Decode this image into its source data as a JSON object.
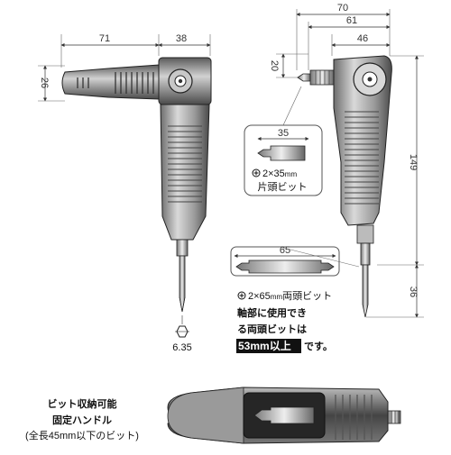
{
  "dimensions": {
    "left_width": "71",
    "left_head": "38",
    "left_height": "26",
    "right_total": "70",
    "right_mid": "61",
    "right_head": "46",
    "right_offset": "20",
    "right_height": "149",
    "right_bit": "36",
    "hex_size": "6.35"
  },
  "bit_short": {
    "length": "35",
    "spec_pre": "2×35",
    "spec_unit": "mm",
    "type": "片頭ビット"
  },
  "bit_long": {
    "length": "65",
    "spec_pre": "2×65",
    "spec_unit": "mm",
    "spec_post": "両頭ビット",
    "note_1": "軸部に使用でき",
    "note_2": "る両頭ビットは",
    "note_hl": "53mm以上",
    "note_tail": "です。"
  },
  "storage": {
    "title_1": "ビット収納可能",
    "title_2": "固定ハンドル",
    "subtitle": "(全長45mm以下のビット)"
  }
}
